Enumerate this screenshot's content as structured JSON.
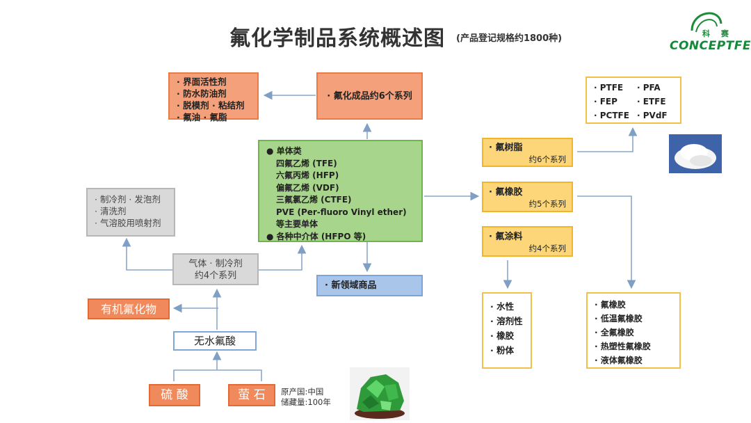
{
  "title": "氟化学制品系统概述图",
  "subtitle": "(产品登记规格约1800种)",
  "logo": {
    "cn": "科 赛",
    "en": "CONCEPTFE"
  },
  "surfactant_box": [
    "· 界面活性剂",
    "· 防水防油剂",
    "· 脱模剂 · 粘结剂",
    "· 氟油 · 氟脂"
  ],
  "finished_box": "· 氟化成品约6个系列",
  "center_box": {
    "header1": "● 单体类",
    "items": [
      "四氟乙烯 (TFE)",
      "六氟丙烯 (HFP)",
      "偏氟乙烯 (VDF)",
      "三氟氯乙烯 (CTFE)",
      "PVE (Per-fluoro Vinyl ether)",
      "等主要单体"
    ],
    "header2": "● 各种中介体 (HFPO 等)"
  },
  "new_field_box": "· 新领域商品",
  "gray_uses_box": [
    "· 制冷剂 · 发泡剂",
    "· 清洗剂",
    "· 气溶胶用喷射剂"
  ],
  "gas_box": [
    "气体 · 制冷剂",
    "约4个系列"
  ],
  "organic_box": "有机氟化物",
  "anhydrous_box": "无水氟酸",
  "sulfuric_box": "硫 酸",
  "fluorite_box": "萤 石",
  "origin": {
    "country": "原产国:中国",
    "reserve": "储藏量:100年"
  },
  "resin_box": {
    "name": "· 氟树脂",
    "series": "约6个系列"
  },
  "rubber_box": {
    "name": "· 氟橡胶",
    "series": "约5个系列"
  },
  "coating_box": {
    "name": "· 氟涂料",
    "series": "约4个系列"
  },
  "resin_types": [
    "· PTFE",
    "· PFA",
    "· FEP",
    "· ETFE",
    "· PCTFE",
    "· PVdF"
  ],
  "coating_types": [
    "· 水性",
    "· 溶剂性",
    "· 橡胶",
    "· 粉体"
  ],
  "rubber_types": [
    "· 氟橡胶",
    "· 低温氟橡胶",
    "· 全氟橡胶",
    "· 热塑性氟橡胶",
    "· 液体氟橡胶"
  ]
}
